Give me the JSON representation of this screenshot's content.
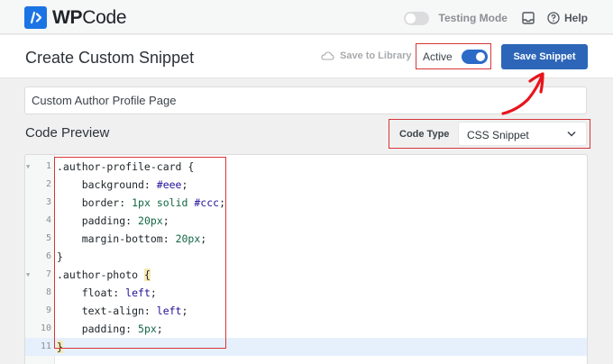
{
  "app": {
    "logo_bold": "WP",
    "logo_regular": "Code",
    "testing_mode_label": "Testing Mode",
    "testing_mode_on": false,
    "help_label": "Help"
  },
  "header": {
    "title": "Create Custom Snippet",
    "save_to_library_label": "Save to Library",
    "active_label": "Active",
    "active_on": true,
    "save_button_label": "Save Snippet"
  },
  "snippet": {
    "title_value": "Custom Author Profile Page",
    "code_preview_label": "Code Preview",
    "code_type_label": "Code Type",
    "code_type_value": "CSS Snippet"
  },
  "editor": {
    "lines": [
      {
        "n": "1",
        "text": ".author-profile-card {"
      },
      {
        "n": "2",
        "text": "    background: #eee;"
      },
      {
        "n": "3",
        "text": "    border: 1px solid #ccc;"
      },
      {
        "n": "4",
        "text": "    padding: 20px;"
      },
      {
        "n": "5",
        "text": "    margin-bottom: 20px;"
      },
      {
        "n": "6",
        "text": "}"
      },
      {
        "n": "7",
        "text": ".author-photo {"
      },
      {
        "n": "8",
        "text": "    float: left;"
      },
      {
        "n": "9",
        "text": "    text-align: left;"
      },
      {
        "n": "10",
        "text": "    padding: 5px;"
      },
      {
        "n": "11",
        "text": "}"
      }
    ],
    "active_line": 11
  },
  "colors": {
    "brand_blue": "#1b74e4",
    "button_blue": "#2d66b8",
    "annotation_red": "#d63638",
    "active_line": "#e6f0fd"
  }
}
